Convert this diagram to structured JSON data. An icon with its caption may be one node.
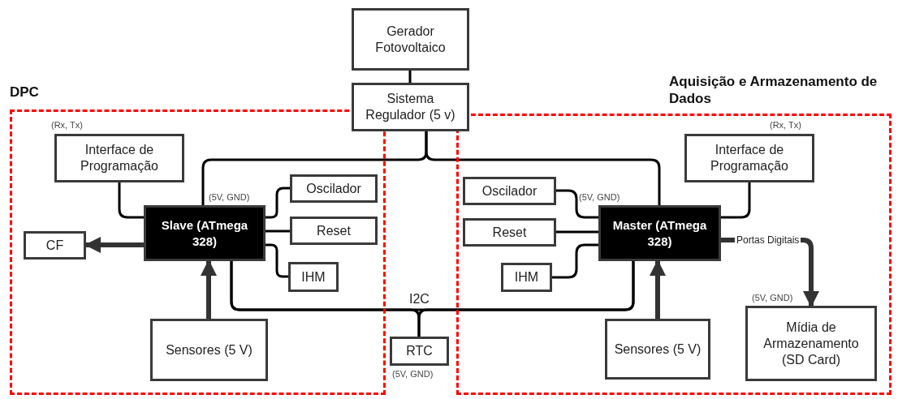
{
  "diagram": {
    "nodes": [
      {
        "text": [
          "DPC"
        ]
      },
      {
        "text": [
          "Aquisição e Armazenamento de Dados"
        ]
      },
      {
        "text": [
          "Gerador Fotovoltaico"
        ]
      },
      {
        "text": [
          "Sistema Regulador (5 v)"
        ]
      },
      {
        "text": [
          "Interface de Programação"
        ],
        "beside": [
          "(Rx, Tx)"
        ],
        "in": 0
      },
      {
        "text": [
          "Slave (ATmega 328)"
        ],
        "beside": [
          "(5V, GND)"
        ],
        "in": 0
      },
      {
        "text": [
          "Oscilador"
        ],
        "in": 0
      },
      {
        "text": [
          "Reset"
        ],
        "in": 0
      },
      {
        "text": [
          "IHM"
        ],
        "in": 0
      },
      {
        "text": [
          "CF"
        ],
        "in": 0
      },
      {
        "text": [
          "Sensores (5 V)"
        ],
        "in": 0
      },
      {
        "text": [
          "Interface de Programação"
        ],
        "beside": [
          "(Rx, Tx)"
        ],
        "in": 1
      },
      {
        "text": [
          "Oscilador"
        ],
        "in": 1
      },
      {
        "text": [
          "Reset"
        ],
        "in": 1
      },
      {
        "text": [
          "IHM"
        ],
        "in": 1
      },
      {
        "text": [
          "Master (ATmega 328)"
        ],
        "beside": [
          "(5V, GND)"
        ],
        "in": 1
      },
      {
        "text": [
          "Sensores (5 V)"
        ],
        "in": 1
      },
      {
        "text": [
          "Mídia de Armazenamento (SD Card)"
        ],
        "beside": [
          "(5V, GND)"
        ],
        "in": 1
      },
      {
        "text": [
          "RTC"
        ],
        "beside": [
          "(5V, GND)"
        ]
      }
    ],
    "edges": [
      {
        "from": 2,
        "to": 3,
        "arrow": "none"
      },
      {
        "from": 3,
        "to": 5,
        "arrow": "none"
      },
      {
        "from": 3,
        "to": 15,
        "arrow": "none"
      },
      {
        "from": 4,
        "to": 5,
        "arrow": "none"
      },
      {
        "from": 5,
        "to": 6,
        "arrow": "none"
      },
      {
        "from": 5,
        "to": 7,
        "arrow": "none"
      },
      {
        "from": 5,
        "to": 8,
        "arrow": "none"
      },
      {
        "from": 5,
        "to": 9,
        "arrow": "to",
        "style": "thick"
      },
      {
        "from": 10,
        "to": 5,
        "arrow": "to",
        "style": "thick"
      },
      {
        "from": 11,
        "to": 15,
        "arrow": "none"
      },
      {
        "from": 12,
        "to": 15,
        "arrow": "none"
      },
      {
        "from": 13,
        "to": 15,
        "arrow": "none"
      },
      {
        "from": 14,
        "to": 15,
        "arrow": "none"
      },
      {
        "from": 16,
        "to": 15,
        "arrow": "to",
        "style": "thick"
      },
      {
        "from": 15,
        "to": 17,
        "arrow": "to",
        "style": "thick",
        "label": "Portas Digitais"
      },
      {
        "from": 5,
        "to": 15,
        "arrow": "none",
        "label": "I2C"
      },
      {
        "from": 18,
        "to": 5,
        "arrow": "none"
      },
      {
        "from": 18,
        "to": 15,
        "arrow": "none"
      }
    ]
  }
}
